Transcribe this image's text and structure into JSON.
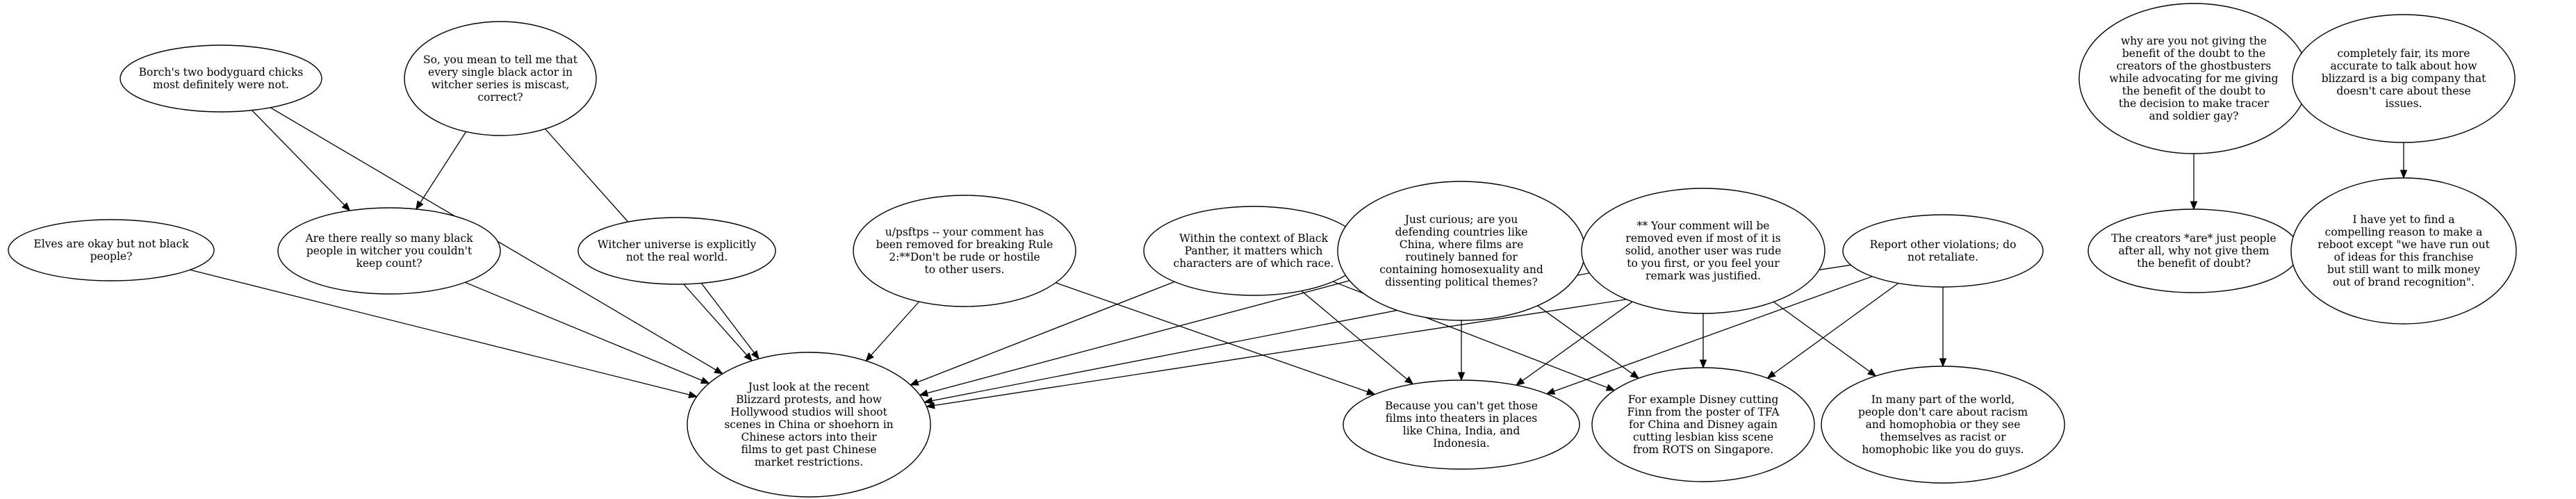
{
  "nodes": [
    {
      "id": "n_borch",
      "lines": [
        "Borch's two bodyguard chicks",
        "most definitely were not."
      ]
    },
    {
      "id": "n_somean",
      "lines": [
        "So, you mean to tell me that",
        "every single black actor in",
        "witcher series is miscast,",
        "correct?"
      ]
    },
    {
      "id": "n_elves",
      "lines": [
        "Elves are okay but not black",
        "people?"
      ]
    },
    {
      "id": "n_arethere",
      "lines": [
        "Are there really so many black",
        "people in witcher you couldn't",
        "keep count?"
      ]
    },
    {
      "id": "n_witcheruniv",
      "lines": [
        "Witcher universe is explicitly",
        "not the real world."
      ]
    },
    {
      "id": "n_removed",
      "lines": [
        "u/psftps -- your comment has",
        "been removed for breaking Rule",
        "2:**Don't be rude or hostile",
        "to other users."
      ]
    },
    {
      "id": "n_blackpanther",
      "lines": [
        "Within the context of Black",
        "Panther, it matters which",
        "characters are of which race."
      ]
    },
    {
      "id": "n_curious",
      "lines": [
        "Just curious; are you",
        "defending countries like",
        "China, where films are",
        "routinely banned for",
        "containing homosexuality and",
        "dissenting political themes?"
      ]
    },
    {
      "id": "n_yourcomment",
      "lines": [
        "** Your comment will be",
        "removed even if most of it is",
        "solid, another user was rude",
        "to you first, or you feel your",
        "remark was justified."
      ]
    },
    {
      "id": "n_report",
      "lines": [
        "Report other violations; do",
        "not retaliate."
      ]
    },
    {
      "id": "n_ghostbusters",
      "lines": [
        "why are you not giving the",
        "benefit of the doubt to the",
        "creators of the ghostbusters",
        "while advocating for me giving",
        "the benefit of the doubt to",
        "the decision to make tracer",
        "and soldier gay?"
      ]
    },
    {
      "id": "n_creators",
      "lines": [
        "The creators *are* just people",
        "after all, why not give them",
        "the benefit of doubt?"
      ]
    },
    {
      "id": "n_fair",
      "lines": [
        "completely fair, its more",
        "accurate to talk about how",
        "blizzard is a big company that",
        "doesn't care about these",
        "issues."
      ]
    },
    {
      "id": "n_compelling",
      "lines": [
        "I have yet to find a",
        "compelling reason to make a",
        "reboot except \"we have run out",
        "of ideas for this franchise",
        "but still want to milk money",
        "out of brand recognition\"."
      ]
    },
    {
      "id": "n_blizzard",
      "lines": [
        "Just look at the recent",
        "Blizzard protests, and how",
        "Hollywood studios will shoot",
        "scenes in China or shoehorn in",
        "Chinese actors into their",
        "films to get past Chinese",
        "market restrictions."
      ]
    },
    {
      "id": "n_theaters",
      "lines": [
        "Because you can't get those",
        "films into theaters in places",
        "like China, India, and",
        "Indonesia."
      ]
    },
    {
      "id": "n_disney",
      "lines": [
        "For example Disney cutting",
        "Finn from the poster of TFA",
        "for China and Disney again",
        "cutting lesbian kiss scene",
        "from ROTS on Singapore."
      ]
    },
    {
      "id": "n_manypart",
      "lines": [
        "In many part of the world,",
        "people don't care about racism",
        "and homophobia or they see",
        "themselves as racist or",
        "homophobic like you do guys."
      ]
    }
  ],
  "edges": [
    {
      "from": "n_borch",
      "to": "n_arethere"
    },
    {
      "from": "n_borch",
      "to": "n_blizzard"
    },
    {
      "from": "n_somean",
      "to": "n_arethere"
    },
    {
      "from": "n_somean",
      "to": "n_blizzard"
    },
    {
      "from": "n_elves",
      "to": "n_blizzard"
    },
    {
      "from": "n_arethere",
      "to": "n_blizzard"
    },
    {
      "from": "n_witcheruniv",
      "to": "n_blizzard"
    },
    {
      "from": "n_removed",
      "to": "n_blizzard"
    },
    {
      "from": "n_removed",
      "to": "n_theaters"
    },
    {
      "from": "n_blackpanther",
      "to": "n_blizzard"
    },
    {
      "from": "n_blackpanther",
      "to": "n_theaters"
    },
    {
      "from": "n_blackpanther",
      "to": "n_disney"
    },
    {
      "from": "n_curious",
      "to": "n_blizzard"
    },
    {
      "from": "n_curious",
      "to": "n_theaters"
    },
    {
      "from": "n_curious",
      "to": "n_disney"
    },
    {
      "from": "n_yourcomment",
      "to": "n_blizzard"
    },
    {
      "from": "n_yourcomment",
      "to": "n_theaters"
    },
    {
      "from": "n_yourcomment",
      "to": "n_disney"
    },
    {
      "from": "n_yourcomment",
      "to": "n_manypart"
    },
    {
      "from": "n_report",
      "to": "n_blizzard"
    },
    {
      "from": "n_report",
      "to": "n_theaters"
    },
    {
      "from": "n_report",
      "to": "n_disney"
    },
    {
      "from": "n_report",
      "to": "n_manypart"
    },
    {
      "from": "n_ghostbusters",
      "to": "n_creators"
    },
    {
      "from": "n_fair",
      "to": "n_compelling"
    }
  ]
}
